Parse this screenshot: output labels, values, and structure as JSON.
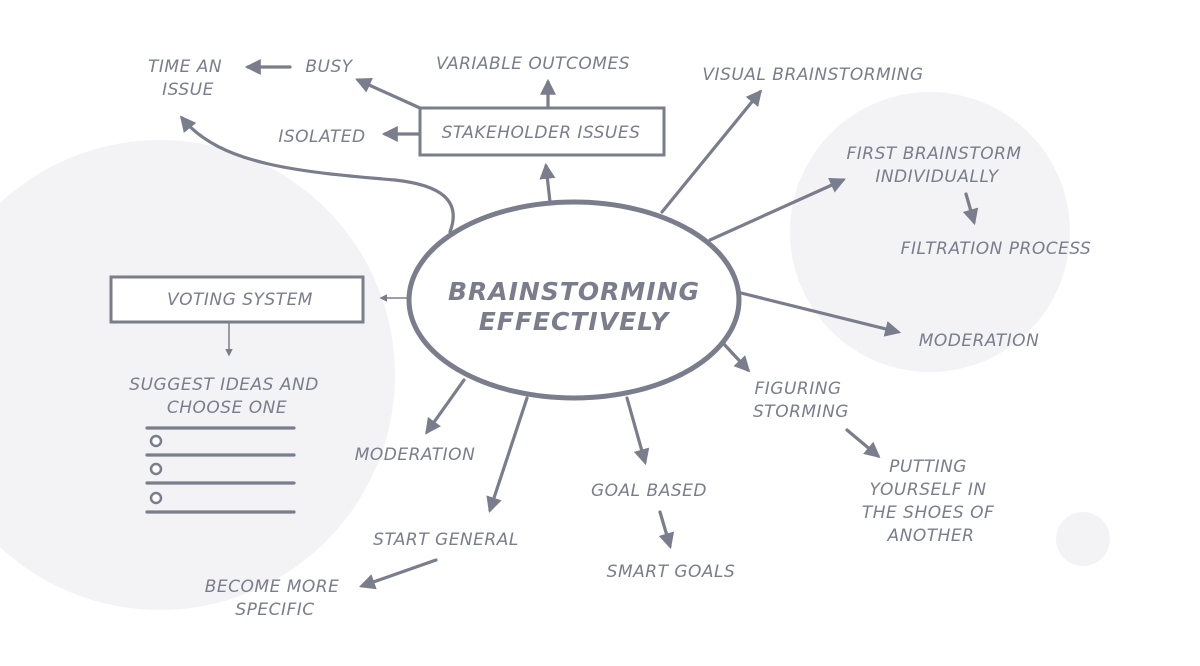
{
  "center": {
    "line1": "BRAINSTORMING",
    "line2": "EFFECTIVELY"
  },
  "labels": {
    "time_an_issue": [
      "TIME AN",
      "ISSUE"
    ],
    "busy": "BUSY",
    "variable_outcomes": "VARIABLE OUTCOMES",
    "stakeholder_issues": "STAKEHOLDER ISSUES",
    "isolated": "ISOLATED",
    "visual_brainstorming": "VISUAL BRAINSTORMING",
    "first_brainstorm": [
      "FIRST BRAINSTORM",
      "INDIVIDUALLY"
    ],
    "filtration_process": "FILTRATION PROCESS",
    "moderation_right": "MODERATION",
    "figuring_storming": [
      "FIGURING",
      "STORMING"
    ],
    "putting_yourself": [
      "PUTTING",
      "YOURSELF IN",
      "THE SHOES OF",
      "ANOTHER"
    ],
    "goal_based": "GOAL BASED",
    "smart_goals": "SMART GOALS",
    "start_general": "START GENERAL",
    "become_more_specific": [
      "BECOME MORE",
      "SPECIFIC"
    ],
    "moderation_left": "MODERATION",
    "voting_system": "VOTING SYSTEM",
    "suggest_ideas": [
      "SUGGEST IDEAS AND",
      "CHOOSE ONE"
    ]
  },
  "colors": {
    "ink": "#7a7d8c",
    "circle": "#f3f3f6"
  }
}
